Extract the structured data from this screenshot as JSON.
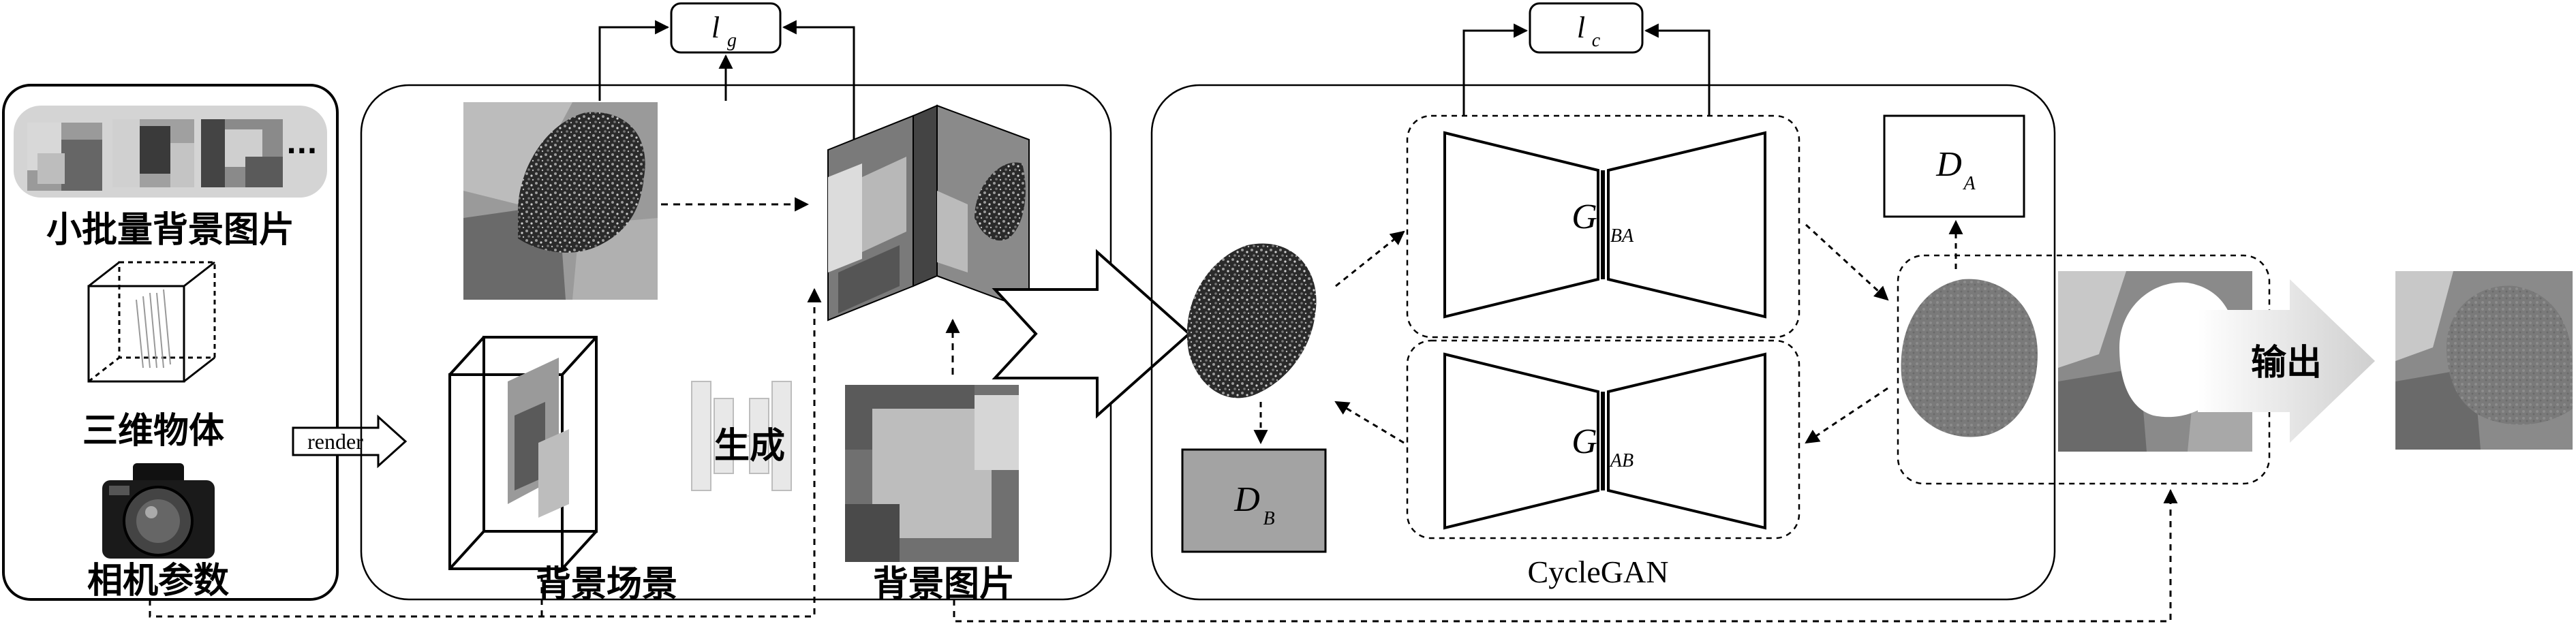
{
  "left_panel": {
    "label_backgrounds": "小批量背景图片",
    "label_object": "三维物体",
    "label_camera": "相机参数",
    "ellipsis": "···"
  },
  "render_arrow": {
    "label": "render"
  },
  "scene_panel": {
    "label_scene": "背景场景",
    "label_generate": "生成",
    "label_bg_image": "背景图片",
    "loss_g": {
      "base": "l",
      "sub": "g"
    }
  },
  "cyclegan_panel": {
    "label": "CycleGAN",
    "loss_c": {
      "base": "l",
      "sub": "c"
    },
    "generator_ba": {
      "base": "G",
      "sub": "BA"
    },
    "generator_ab": {
      "base": "G",
      "sub": "AB"
    },
    "discriminator_a": {
      "base": "D",
      "sub": "A"
    },
    "discriminator_b": {
      "base": "D",
      "sub": "B"
    }
  },
  "output_arrow": {
    "label": "输出"
  },
  "colors": {
    "line": "#000000",
    "gray_dark": "#555555",
    "gray_mid": "#888888",
    "gray_light": "#cccccc"
  }
}
